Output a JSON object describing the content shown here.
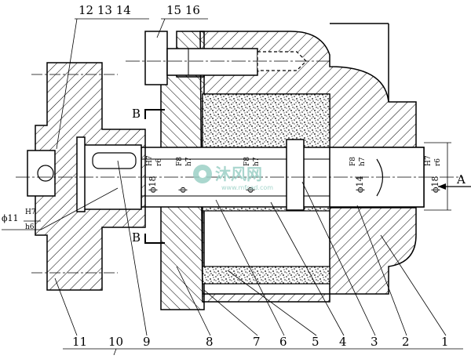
{
  "part_labels_bottom": [
    "11",
    "10",
    "9",
    "8",
    "7",
    "6",
    "5",
    "4",
    "3",
    "2",
    "1"
  ],
  "part_labels_top_left": "12 13 14",
  "part_labels_top_right": "15 16",
  "section_mark": "B",
  "view_mark": "A",
  "dims": {
    "d18_left": "ϕ18",
    "fit_left": {
      "hole": "H7",
      "shaft": "r6"
    },
    "d_f8_1": "ϕ",
    "fit_f8_1": {
      "hole": "F8",
      "shaft": "h7"
    },
    "d_f8_2": "ϕ",
    "fit_f8_2": {
      "hole": "F8",
      "shaft": "h7"
    },
    "d14": "ϕ14",
    "fit_14": {
      "hole": "F8",
      "shaft": "h7"
    },
    "d18_right": "ϕ18",
    "fit_right": {
      "hole": "H7",
      "shaft": "r6"
    },
    "d11": "ϕ11",
    "fit_11": {
      "hole": "H7",
      "shaft": "h6"
    }
  },
  "watermark": {
    "brand": "沐风网",
    "url": "www.mfcad.com"
  }
}
